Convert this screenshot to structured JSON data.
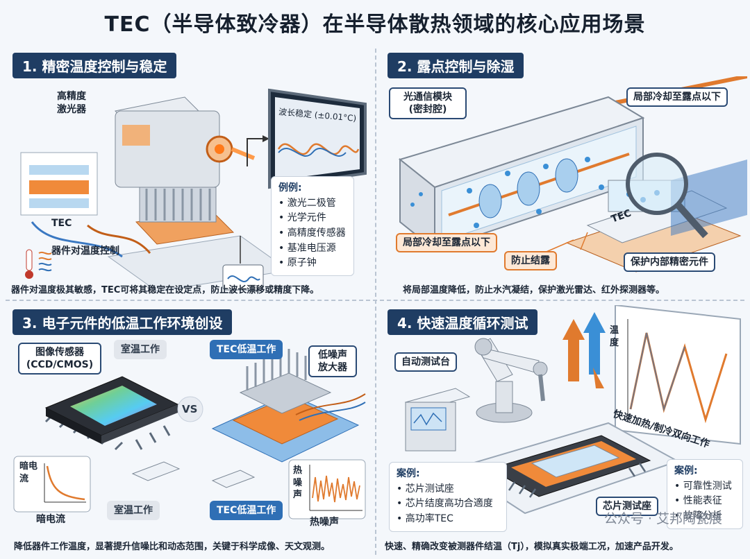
{
  "title": "TEC（半导体致冷器）在半导体散热领域的核心应用场景",
  "panel1": {
    "heading": "1. 精密温度控制与稳定",
    "laser_label": "高精度\n激光器",
    "screen_text": "波长稳定 (±0.01°C)",
    "tec_label": "TEC",
    "legend_text": "器件对温度控制",
    "examples_heading": "例例:",
    "examples": [
      "激光二极管",
      "光学元件",
      "高精度传感器",
      "基准电压源",
      "原子钟"
    ],
    "caption": "器件对温度极其敏感，TEC可将其稳定在设定点，防止波长漂移或精度下降。"
  },
  "panel2": {
    "heading": "2. 露点控制与除湿",
    "module_label": "光通信模块\n(密封腔)",
    "cool_top": "局部冷却至露点以下",
    "cool_bottom": "局部冷却至露点以下",
    "prevent": "防止结露",
    "protect": "保护内部精密元件",
    "tec_label": "TEC",
    "caption": "将局部温度降低，防止水汽凝结，保护激光雷达、红外探测器等。"
  },
  "panel3": {
    "heading": "3. 电子元件的低温工作环境创设",
    "sensor_label": "图像传感器\n(CCD/CMOS)",
    "room_temp": "室温工作",
    "tec_low": "TEC低温工作",
    "lna_label": "低噪声\n放大器",
    "vs": "VS",
    "dark_current_axis": "暗电流",
    "dark_current_label": "暗电流",
    "room_temp_bottom": "室温工作",
    "tec_low_bottom": "TEC低温工作",
    "thermal_noise_axis": "热噪声",
    "thermal_noise_label": "热噪声",
    "caption": "降低器件工作温度，显著提升信噪比和动态范围，关键于科学成像、天文观测。"
  },
  "panel4": {
    "heading": "4. 快速温度循环测试",
    "auto_bench": "自动测试台",
    "chart_axis": "温度",
    "chart_caption": "快速加热/制冷双向工作",
    "cases_heading": "案例:",
    "cases": [
      "芯片测试座",
      "芯片结度高功合適度",
      "高功率TEC"
    ],
    "socket_label": "芯片测试座",
    "right_cases_heading": "案例:",
    "right_cases": [
      "可靠性测试",
      "性能表征",
      "故障分析"
    ],
    "caption": "快速、精确改变被测器件结温（Tj），模拟真实极端工况，加速产品开发。"
  },
  "watermark": "公众号 · 艾邦陶瓷展",
  "colors": {
    "navy": "#1f3d63",
    "orange": "#e07a2e",
    "blue": "#2f6fb5",
    "background": "#f4f7fb"
  }
}
